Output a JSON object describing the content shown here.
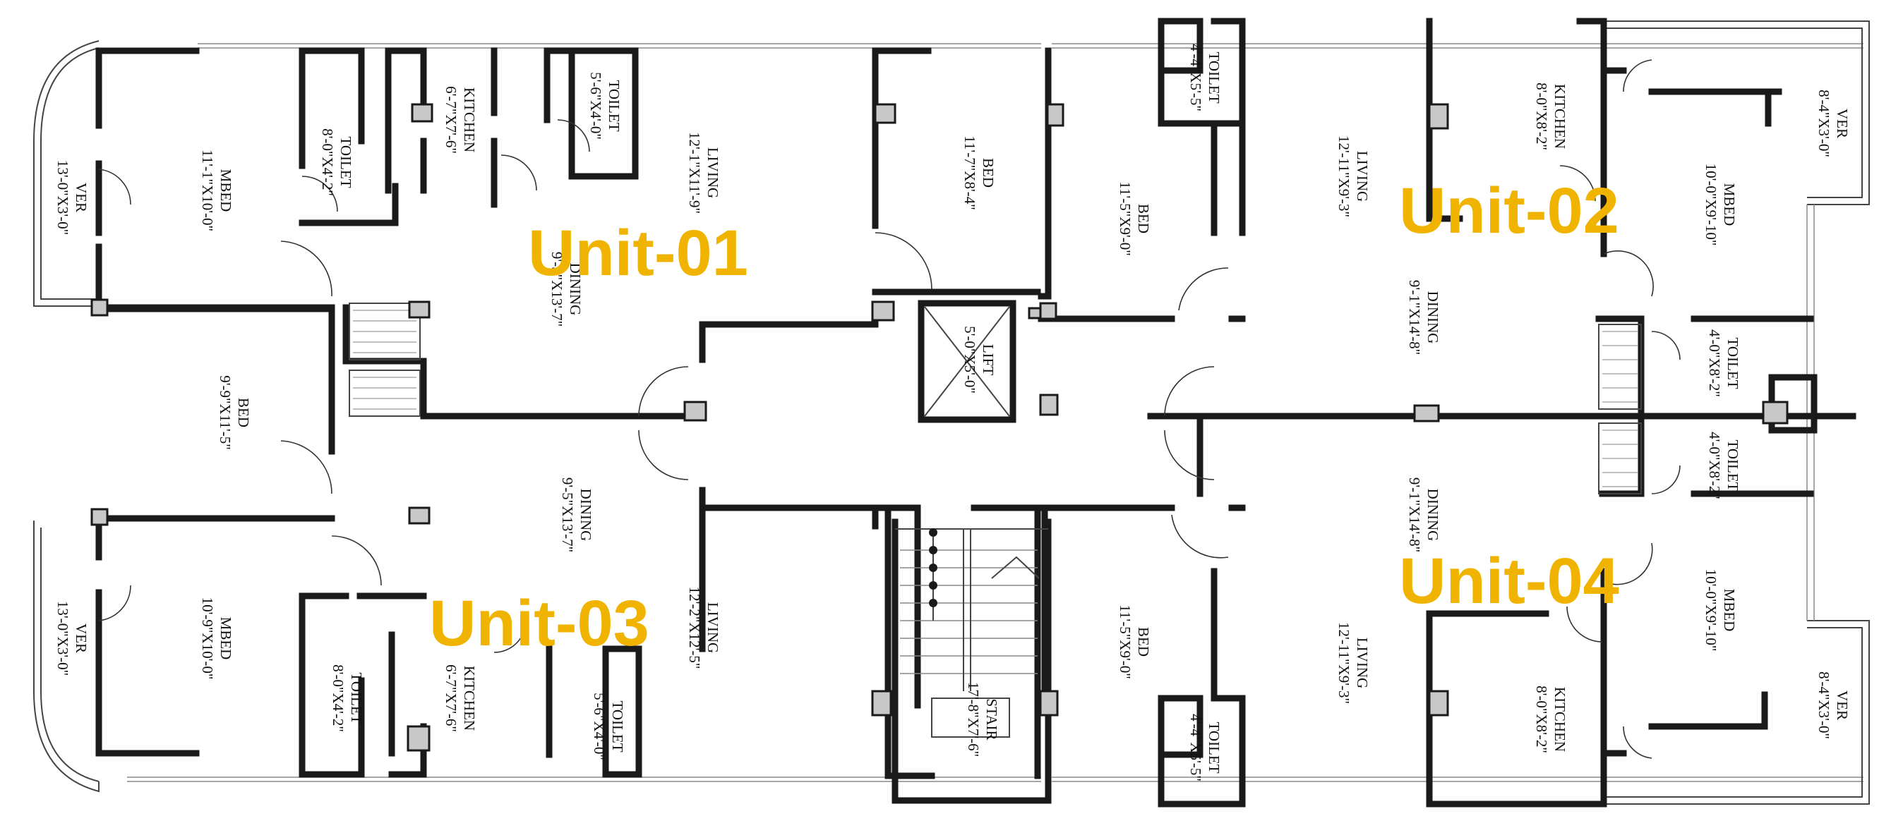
{
  "units": [
    {
      "id": "u1",
      "label": "Unit-01"
    },
    {
      "id": "u2",
      "label": "Unit-02"
    },
    {
      "id": "u3",
      "label": "Unit-03"
    },
    {
      "id": "u4",
      "label": "Unit-04"
    }
  ],
  "rooms": {
    "u1_ver": {
      "name": "VER",
      "size": "13'-0\"X3'-0\""
    },
    "u1_mbed": {
      "name": "MBED",
      "size": "11'-1\"X10'-0\""
    },
    "u1_toilet1": {
      "name": "TOILET",
      "size": "8'-0\"X4'-2\""
    },
    "u1_kitchen": {
      "name": "KITCHEN",
      "size": "6'-7\"X7'-6\""
    },
    "u1_toilet2": {
      "name": "TOILET",
      "size": "5'-6\"X4'-0\""
    },
    "u1_living": {
      "name": "LIVING",
      "size": "12'-1\"X11'-9\""
    },
    "u1_dining": {
      "name": "DINING",
      "size": "9'-5\"X13'-7\""
    },
    "u1_bed2": {
      "name": "BED",
      "size": "11'-7\"X8'-4\""
    },
    "mid_bed": {
      "name": "BED",
      "size": "9'-9\"X11'-5\""
    },
    "lift": {
      "name": "LIFT",
      "size": "5'-0\"X5'-0\""
    },
    "stair": {
      "name": "STAIR",
      "size": "17'-8\"X7'-6\""
    },
    "u3_ver": {
      "name": "VER",
      "size": "13'-0\"X3'-0\""
    },
    "u3_mbed": {
      "name": "MBED",
      "size": "10'-9\"X10'-0\""
    },
    "u3_toilet1": {
      "name": "TOILET",
      "size": "8'-0\"X4'-2\""
    },
    "u3_kitchen": {
      "name": "KITCHEN",
      "size": "6'-7\"X7'-6\""
    },
    "u3_toilet2": {
      "name": "TOILET",
      "size": "5'-6\"X4'-0\""
    },
    "u3_living": {
      "name": "LIVING",
      "size": "12'-2\"X12'-5\""
    },
    "u3_dining": {
      "name": "DINING",
      "size": "9'-5\"X13'-7\""
    },
    "u2_toilet1": {
      "name": "TOILET",
      "size": "4'-4\"X5'-5\""
    },
    "u2_bed": {
      "name": "BED",
      "size": "11'-5\"X9'-0\""
    },
    "u2_living": {
      "name": "LIVING",
      "size": "12'-11\"X9'-3\""
    },
    "u2_kitchen": {
      "name": "KITCHEN",
      "size": "8'-0\"X8'-2\""
    },
    "u2_mbed": {
      "name": "MBED",
      "size": "10'-0\"X9'-10\""
    },
    "u2_ver": {
      "name": "VER",
      "size": "8'-4\"X3'-0\""
    },
    "u2_dining": {
      "name": "DINING",
      "size": "9'-1\"X14'-8\""
    },
    "u2_toilet2": {
      "name": "TOILET",
      "size": "4'-0\"X8'-2\""
    },
    "u4_toilet2": {
      "name": "TOILET",
      "size": "4'-0\"X8'-2\""
    },
    "u4_dining": {
      "name": "DINING",
      "size": "9'-1\"X14'-8\""
    },
    "u4_bed": {
      "name": "BED",
      "size": "11'-5\"X9'-0\""
    },
    "u4_living": {
      "name": "LIVING",
      "size": "12'-11\"X9'-3\""
    },
    "u4_mbed": {
      "name": "MBED",
      "size": "10'-0\"X9'-10\""
    },
    "u4_kitchen": {
      "name": "KITCHEN",
      "size": "8'-0\"X8'-2\""
    },
    "u4_toilet1": {
      "name": "TOILET",
      "size": "4'-4\"X5'-5\""
    },
    "u4_ver": {
      "name": "VER",
      "size": "8'-4\"X3'-0\""
    }
  },
  "colors": {
    "unit_label": "#f0b400",
    "wall": "#1a1a1a",
    "column": "#c8c8c8",
    "background": "#ffffff"
  }
}
